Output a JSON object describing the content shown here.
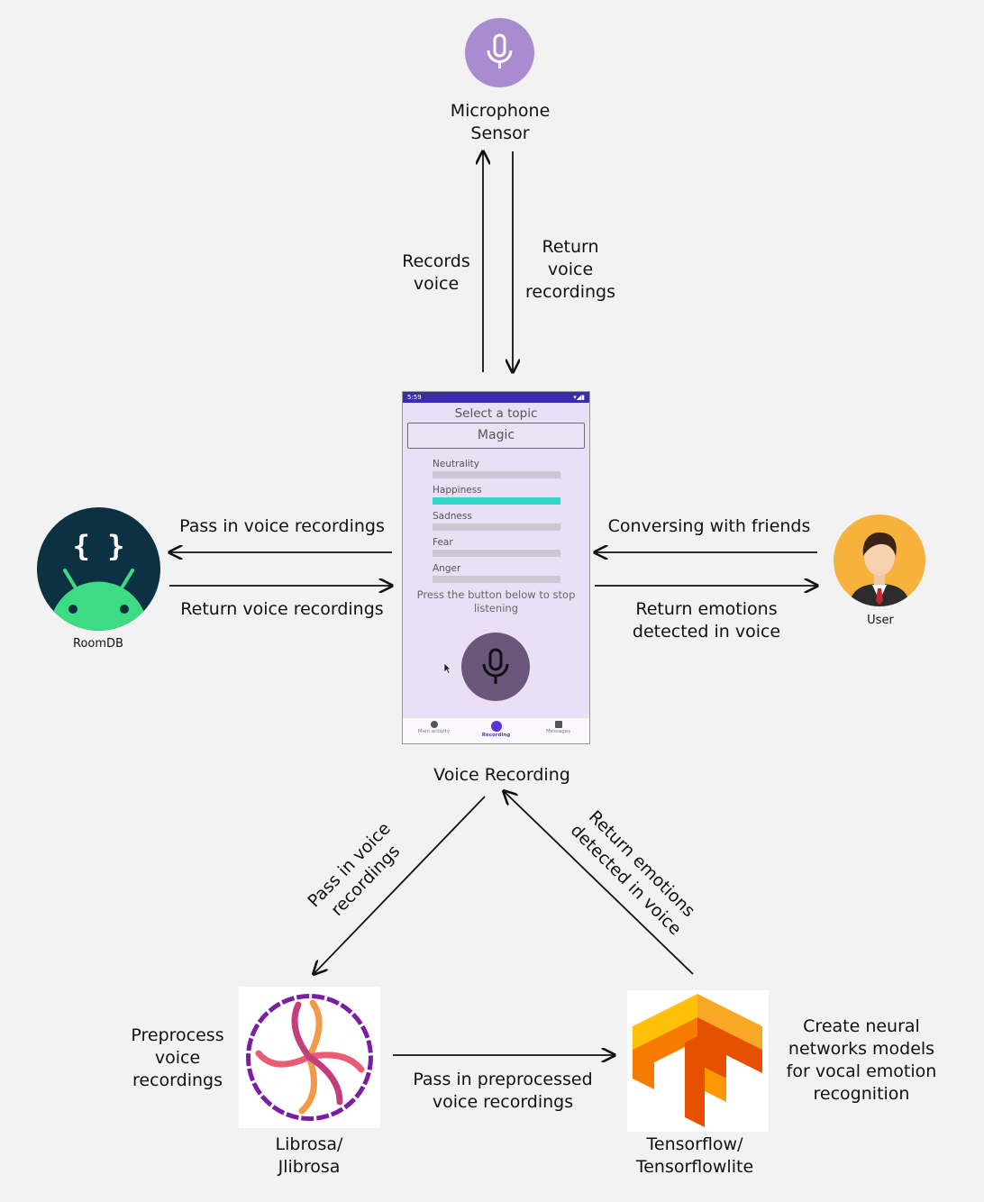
{
  "nodes": {
    "microphone": "Microphone\nSensor",
    "roomdb": "RoomDB",
    "user": "User",
    "voice_recording": "Voice Recording",
    "librosa": "Librosa/\nJlibrosa",
    "tensorflow": "Tensorflow/\nTensorflowlite"
  },
  "edges": {
    "records_voice": "Records\nvoice",
    "return_voice_recordings_mic": "Return\nvoice\nrecordings",
    "pass_in_voice_recordings_db": "Pass in voice recordings",
    "return_voice_recordings_db": "Return voice recordings",
    "conversing_with_friends": "Conversing with friends",
    "return_emotions_user": "Return emotions\ndetected in voice",
    "pass_in_voice_recordings_diag": "Pass in voice\nrecordings",
    "return_emotions_diag": "Return emotions\ndetected in voice",
    "pass_in_preprocessed": "Pass in preprocessed\nvoice recordings"
  },
  "notes": {
    "preprocess": "Preprocess\nvoice\nrecordings",
    "create_models": "Create neural\nnetworks models\nfor vocal emotion\nrecognition"
  },
  "phone": {
    "time": "5:59",
    "topic_title": "Select a topic",
    "topic_value": "Magic",
    "emotions": [
      {
        "label": "Neutrality",
        "level": 0.0
      },
      {
        "label": "Happiness",
        "level": 1.0
      },
      {
        "label": "Sadness",
        "level": 0.0
      },
      {
        "label": "Fear",
        "level": 0.0
      },
      {
        "label": "Anger",
        "level": 0.0
      }
    ],
    "hint": "Press the button below to stop listening",
    "nav": [
      "Main activity",
      "Recording",
      "Messages"
    ],
    "nav_active": "Recording",
    "accent_color": "#34d6c6"
  }
}
